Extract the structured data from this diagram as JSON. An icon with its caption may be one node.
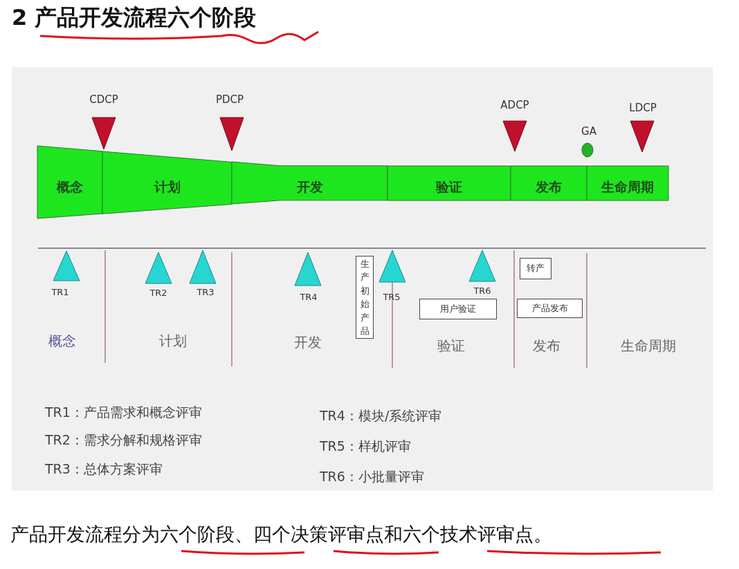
{
  "diagram": {
    "title": "2 产品开发流程六个阶段",
    "caption": "产品开发流程分为六个阶段、四个决策评审点和六个技术评审点。",
    "nodes": [
      {
        "text": [
          "概念"
        ]
      },
      {
        "text": [
          "计划"
        ]
      },
      {
        "text": [
          "开发"
        ]
      },
      {
        "text": [
          "验证"
        ]
      },
      {
        "text": [
          "发布"
        ]
      },
      {
        "text": [
          "生命周期"
        ]
      },
      {
        "text": [
          "生产初始产品"
        ]
      },
      {
        "text": [
          "转产"
        ]
      },
      {
        "text": [
          "用户验证"
        ]
      },
      {
        "text": [
          "产品发布"
        ]
      }
    ],
    "edges": [],
    "labels": [
      "CDCP",
      "PDCP",
      "ADCP",
      "GA",
      "LDCP",
      "TR1",
      "TR2",
      "TR3",
      "TR4",
      "TR5",
      "TR6",
      "概念",
      "计划",
      "开发",
      "验证",
      "发布",
      "生命周期",
      "TR1：产品需求和概念评审",
      "TR4：模块/系统评审",
      "TR2：需求分解和规格评审",
      "TR5：样机评审",
      "TR3：总体方案评审",
      "TR6：小批量评审"
    ]
  }
}
